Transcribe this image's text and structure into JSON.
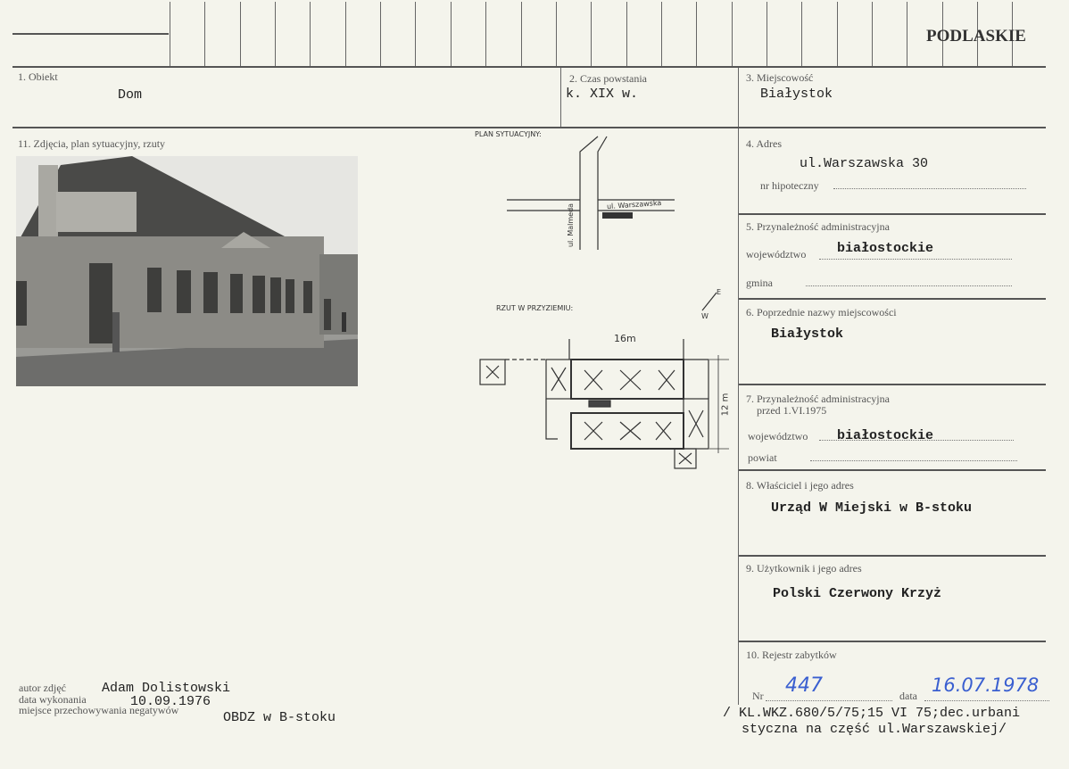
{
  "header": {
    "region": "PODLASKIE"
  },
  "fields": {
    "obiekt": {
      "label": "1. Obiekt",
      "value": "Dom"
    },
    "czas": {
      "label": "2. Czas powstania",
      "value": "k. XIX w."
    },
    "miejscowosc": {
      "label": "3. Miejscowość",
      "value": "Białystok"
    },
    "adres": {
      "label": "4. Adres",
      "value": "ul.Warszawska 30",
      "hipoteczny_label": "nr hipoteczny"
    },
    "przynaleznosc": {
      "label": "5. Przynależność administracyjna",
      "woj_label": "województwo",
      "woj_value": "białostockie",
      "gmina_label": "gmina"
    },
    "poprzednie": {
      "label": "6. Poprzednie nazwy miejscowości",
      "value": "Białystok"
    },
    "przynaleznosc_przed": {
      "label": "7. Przynależność administracyjna",
      "label2": "przed 1.VI.1975",
      "woj_label": "województwo",
      "woj_value": "białostockie",
      "powiat_label": "powiat"
    },
    "wlasciciel": {
      "label": "8. Właściciel i jego adres",
      "value": "Urząd W Miejski w B-stoku"
    },
    "uzytkownik": {
      "label": "9. Użytkownik i jego adres",
      "value": "Polski Czerwony Krzyż"
    },
    "rejestr": {
      "label": "10. Rejestr zabytków",
      "nr_label": "Nr",
      "nr_value": "447",
      "data_label": "data",
      "data_value": "16.07.1978",
      "note_line1": "/ KL.WKZ.680/5/75;15 VI 75;dec.urbani",
      "note_line2": "styczna na część ul.Warszawskiej/"
    },
    "zdjecia": {
      "label": "11. Zdjęcia, plan sytuacyjny, rzuty"
    }
  },
  "sketch": {
    "plan_title": "PLAN SYTUACYJNY:",
    "street_1": "ul. Warszawska",
    "street_2": "ul. Malmeda",
    "rzut_title": "RZUT W PRZYZIEMIU:",
    "width_label": "16m",
    "depth_label": "12 m",
    "compass_e": "E",
    "compass_w": "W"
  },
  "footer": {
    "autor_label": "autor zdjęć",
    "autor_value": "Adam Dolistowski",
    "data_label": "data wykonania",
    "data_value": "10.09.1976",
    "miejsce_label": "miejsce przechowywania negatywów",
    "miejsce_value": "OBDZ w B-stoku"
  },
  "colors": {
    "paper": "#f4f4ec",
    "ink": "#222222",
    "handwriting": "#3a5fd0"
  }
}
